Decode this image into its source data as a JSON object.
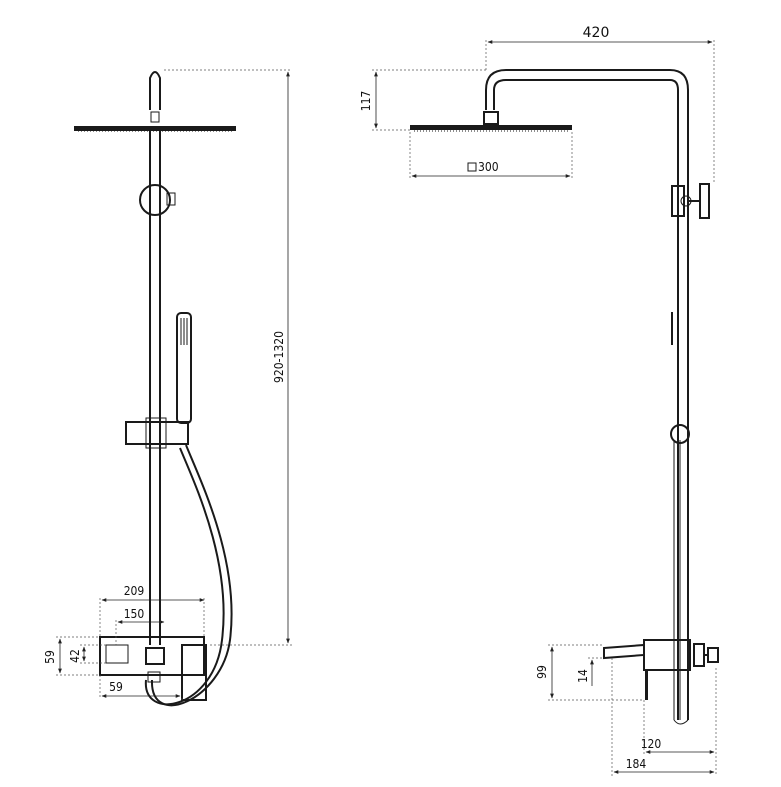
{
  "front_view": {
    "dims": {
      "height_range": "920-1320",
      "mixer_width": "209",
      "mixer_center": "150",
      "mixer_height": "59",
      "inner_height": "42",
      "bottom_width": "59"
    }
  },
  "side_view": {
    "dims": {
      "arm_reach": "420",
      "head_drop": "117",
      "head_size": "300",
      "spout_height": "99",
      "spout_thickness": "14",
      "spout_reach": "120",
      "total_depth": "184"
    }
  }
}
